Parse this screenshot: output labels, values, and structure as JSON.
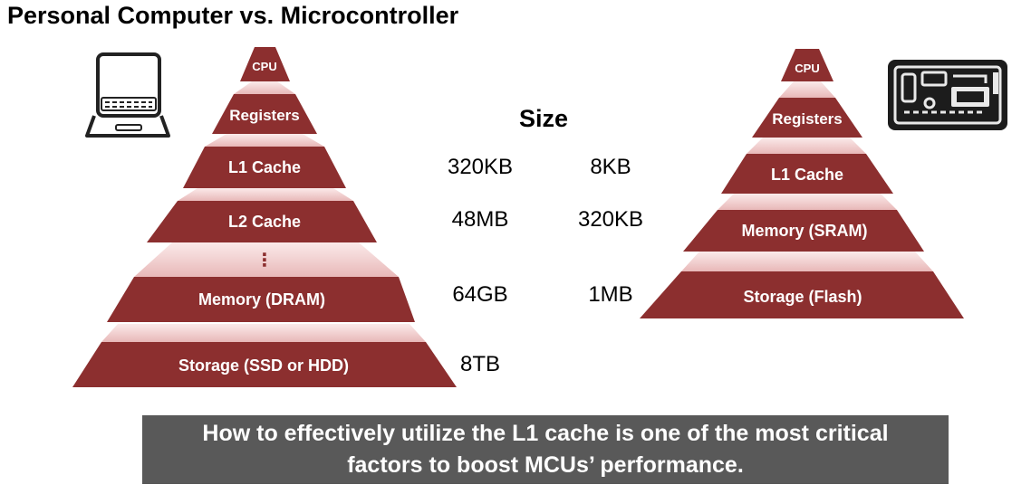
{
  "title": "Personal Computer vs. Microcontroller",
  "size_heading": "Size",
  "pc_hierarchy": [
    {
      "label": "CPU"
    },
    {
      "label": "Registers"
    },
    {
      "label": "L1 Cache",
      "size": "320KB"
    },
    {
      "label": "L2 Cache",
      "size": "48MB"
    },
    {
      "label": "⋮"
    },
    {
      "label": "Memory (DRAM)",
      "size": "64GB"
    },
    {
      "label": "Storage (SSD or HDD)",
      "size": "8TB"
    }
  ],
  "mcu_hierarchy": [
    {
      "label": "CPU"
    },
    {
      "label": "Registers"
    },
    {
      "label": "L1 Cache",
      "size": "8KB"
    },
    {
      "label": "Memory (SRAM)",
      "size": "320KB"
    },
    {
      "label": "Storage (Flash)",
      "size": "1MB"
    }
  ],
  "callout": {
    "line1": "How to effectively utilize the L1 cache is one of the most critical",
    "line2": "factors to boost MCUs’ performance."
  },
  "icons": [
    "laptop-icon",
    "circuit-board-icon"
  ],
  "colors": {
    "tier": "#8c2f2f",
    "tier_light": "#f2c8c8",
    "callout_bg": "#595959"
  }
}
